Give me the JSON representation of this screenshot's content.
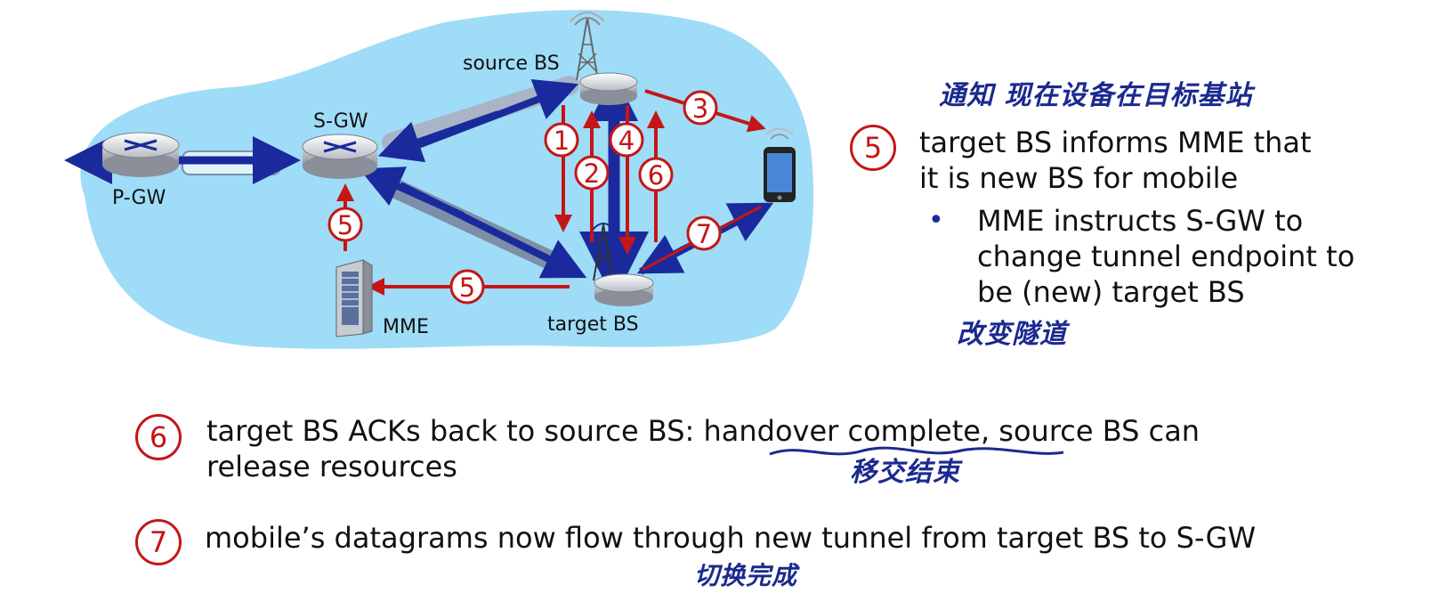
{
  "diagram": {
    "nodes": {
      "pgw": "P-GW",
      "sgw": "S-GW",
      "source_bs": "source BS",
      "target_bs": "target BS",
      "mme": "MME"
    },
    "step_markers": [
      "1",
      "2",
      "3",
      "4",
      "5",
      "5",
      "6",
      "7"
    ]
  },
  "notes": {
    "step5": {
      "number": "5",
      "handwritten_above": "通知 现在设备在目标基站",
      "line1": "target BS informs MME that",
      "line2": "it is new BS for mobile",
      "bullet_line1": "MME instructs S-GW to",
      "bullet_line2": "change tunnel endpoint to",
      "bullet_line3": "be (new) target BS",
      "handwritten_below": "改变隧道"
    },
    "step6": {
      "number": "6",
      "line1_prefix": "target BS ACKs back to source BS: ",
      "line1_underlined": "handover complete",
      "line1_suffix": ", source BS can",
      "line2": "release resources",
      "handwritten": "移交结束"
    },
    "step7": {
      "number": "7",
      "line1": "mobile’s datagrams now flow through new tunnel from target BS to S-GW",
      "handwritten": "切换完成"
    }
  },
  "colors": {
    "cloud": "#9fdcf7",
    "tunnel_blue": "#1a2a9c",
    "signal_red": "#c41616",
    "handwriting": "#1b2a8f"
  }
}
